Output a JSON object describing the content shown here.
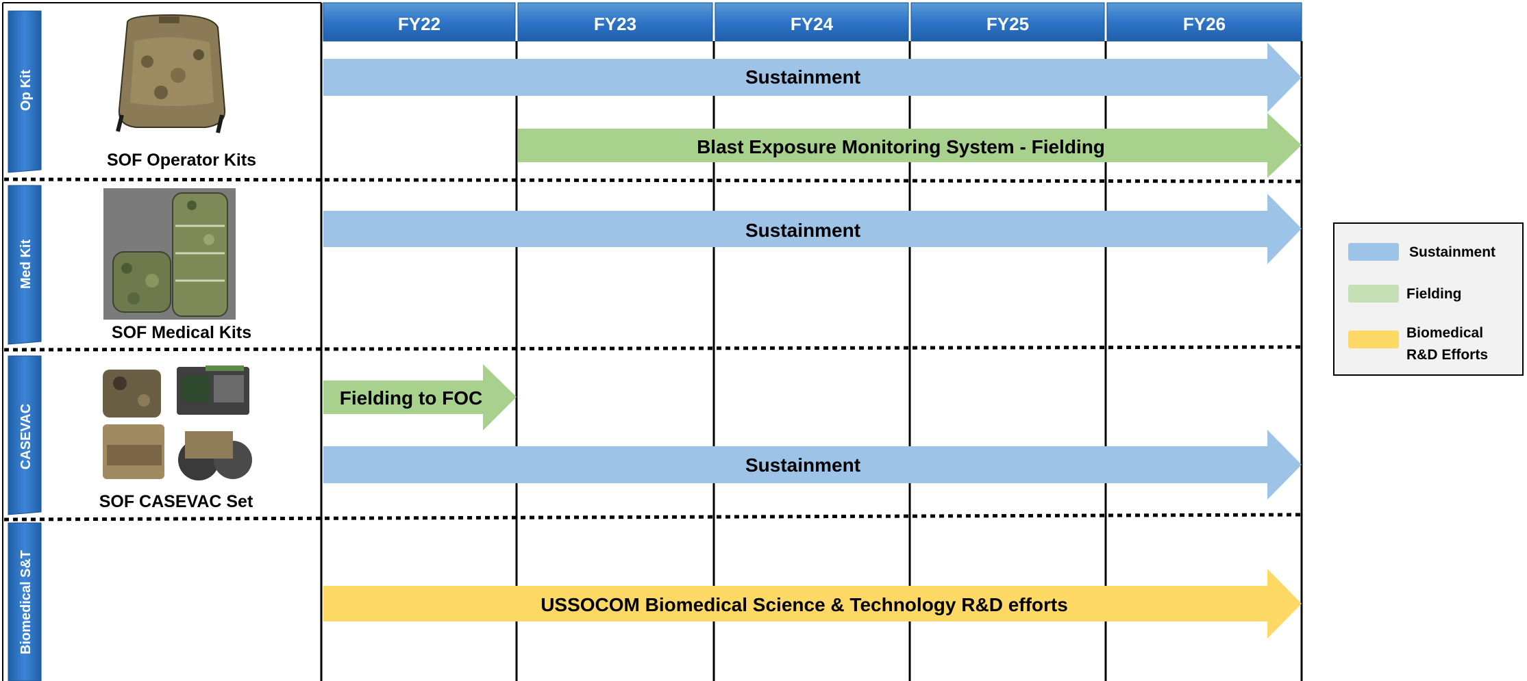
{
  "years": [
    "FY22",
    "FY23",
    "FY24",
    "FY25",
    "FY26"
  ],
  "rows": [
    {
      "tab": "Op Kit",
      "caption": "SOF Operator Kits",
      "image": "backpack-image",
      "bars": [
        {
          "label": "Sustainment",
          "kind": "sustainment",
          "start": "FY22"
        },
        {
          "label": "Blast Exposure Monitoring System - Fielding",
          "kind": "fielding",
          "start": "FY23"
        }
      ]
    },
    {
      "tab": "Med Kit",
      "caption": "SOF Medical Kits",
      "image": "medical-kits-image",
      "bars": [
        {
          "label": "Sustainment",
          "kind": "sustainment",
          "start": "FY22"
        }
      ]
    },
    {
      "tab": "CASEVAC",
      "caption": "SOF CASEVAC Set",
      "image": "casevac-set-image",
      "bars": [
        {
          "label": "Fielding to FOC",
          "kind": "fielding",
          "start": "FY22",
          "end": "FY22"
        },
        {
          "label": "Sustainment",
          "kind": "sustainment",
          "start": "FY22"
        }
      ]
    },
    {
      "tab": "Biomedical S&T",
      "caption": "",
      "image": "",
      "bars": [
        {
          "label": "USSOCOM Biomedical Science & Technology R&D efforts",
          "kind": "rnd",
          "start": "FY22"
        }
      ]
    }
  ],
  "legend": [
    {
      "kind": "sustainment",
      "lines": [
        "Sustainment"
      ]
    },
    {
      "kind": "fielding",
      "lines": [
        "Fielding"
      ]
    },
    {
      "kind": "rnd",
      "lines": [
        "Biomedical",
        "R&D Efforts"
      ]
    }
  ],
  "colors": {
    "header_fill": "#2e75c8",
    "header_text": "#ffffff",
    "tab_fill": "#2e75c8",
    "sustainment": "#9dc3e6",
    "fielding": "#a9d18e",
    "rnd": "#ffd966",
    "legend_sustainment": "#9dc3e6",
    "legend_fielding": "#c5e0b4",
    "legend_rnd": "#ffd966",
    "legend_bg": "#f2f2f2",
    "grid": "#000000",
    "text": "#000000"
  }
}
